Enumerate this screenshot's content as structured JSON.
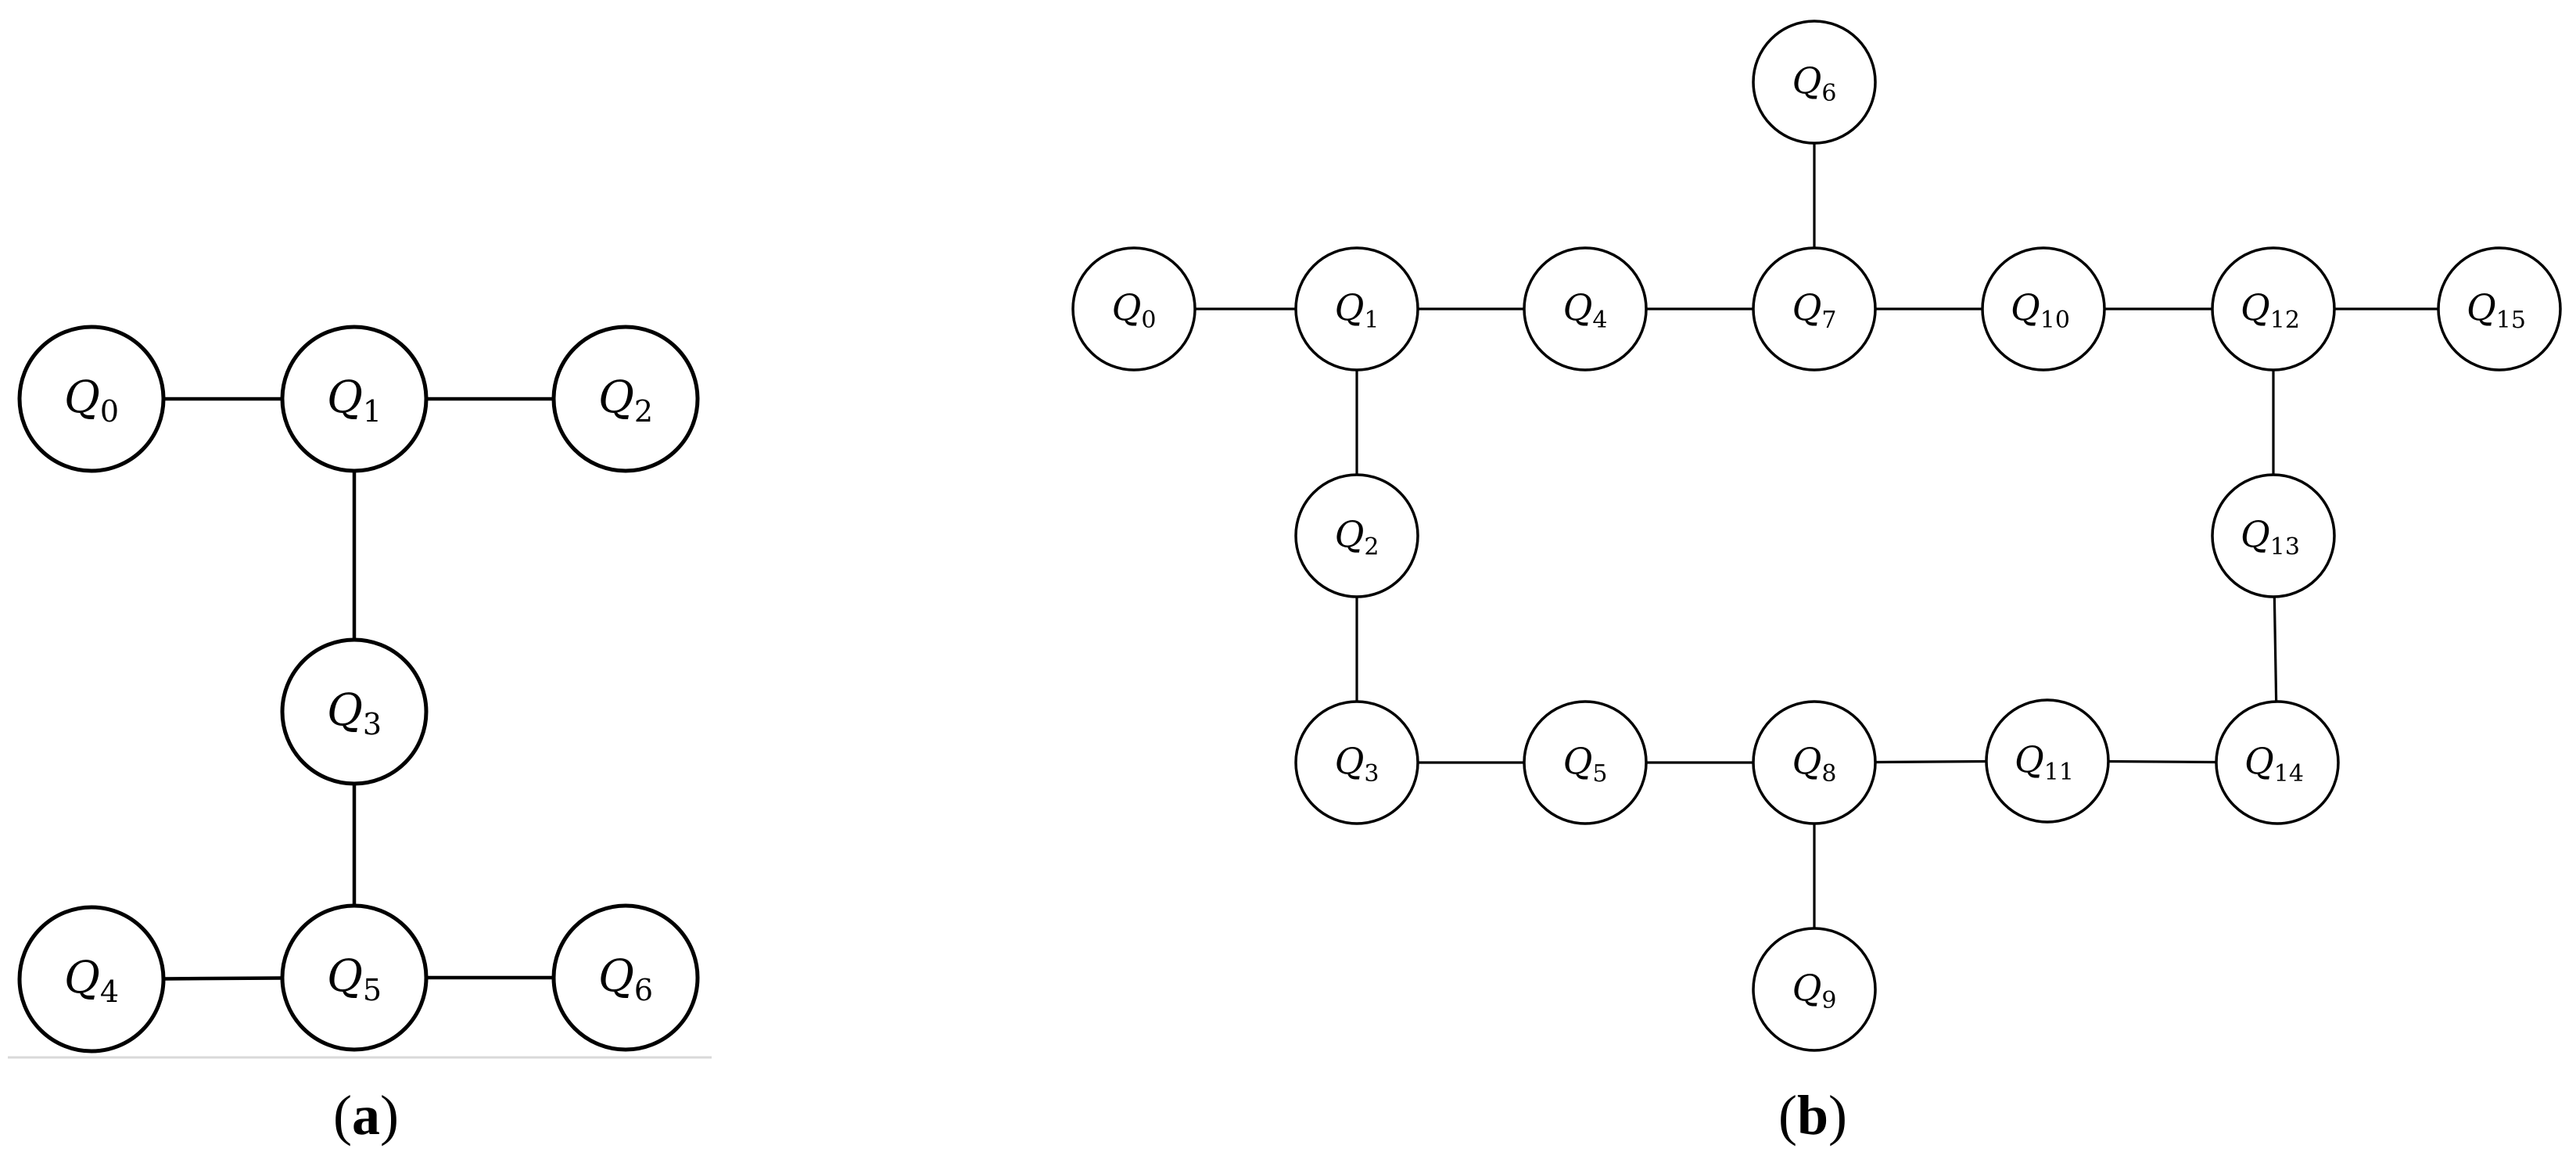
{
  "panels": [
    {
      "id": "a",
      "caption_letter": "a",
      "nodes": [
        {
          "id": "Q0",
          "letter": "Q",
          "sub": "0"
        },
        {
          "id": "Q1",
          "letter": "Q",
          "sub": "1"
        },
        {
          "id": "Q2",
          "letter": "Q",
          "sub": "2"
        },
        {
          "id": "Q3",
          "letter": "Q",
          "sub": "3"
        },
        {
          "id": "Q4",
          "letter": "Q",
          "sub": "4"
        },
        {
          "id": "Q5",
          "letter": "Q",
          "sub": "5"
        },
        {
          "id": "Q6",
          "letter": "Q",
          "sub": "6"
        }
      ],
      "edges": [
        [
          "Q0",
          "Q1"
        ],
        [
          "Q1",
          "Q2"
        ],
        [
          "Q1",
          "Q3"
        ],
        [
          "Q3",
          "Q5"
        ],
        [
          "Q4",
          "Q5"
        ],
        [
          "Q5",
          "Q6"
        ]
      ]
    },
    {
      "id": "b",
      "caption_letter": "b",
      "nodes": [
        {
          "id": "Q0",
          "letter": "Q",
          "sub": "0"
        },
        {
          "id": "Q1",
          "letter": "Q",
          "sub": "1"
        },
        {
          "id": "Q2",
          "letter": "Q",
          "sub": "2"
        },
        {
          "id": "Q3",
          "letter": "Q",
          "sub": "3"
        },
        {
          "id": "Q4",
          "letter": "Q",
          "sub": "4"
        },
        {
          "id": "Q5",
          "letter": "Q",
          "sub": "5"
        },
        {
          "id": "Q6",
          "letter": "Q",
          "sub": "6"
        },
        {
          "id": "Q7",
          "letter": "Q",
          "sub": "7"
        },
        {
          "id": "Q8",
          "letter": "Q",
          "sub": "8"
        },
        {
          "id": "Q9",
          "letter": "Q",
          "sub": "9"
        },
        {
          "id": "Q10",
          "letter": "Q",
          "sub": "10"
        },
        {
          "id": "Q11",
          "letter": "Q",
          "sub": "11"
        },
        {
          "id": "Q12",
          "letter": "Q",
          "sub": "12"
        },
        {
          "id": "Q13",
          "letter": "Q",
          "sub": "13"
        },
        {
          "id": "Q14",
          "letter": "Q",
          "sub": "14"
        },
        {
          "id": "Q15",
          "letter": "Q",
          "sub": "15"
        }
      ],
      "edges": [
        [
          "Q0",
          "Q1"
        ],
        [
          "Q1",
          "Q4"
        ],
        [
          "Q4",
          "Q7"
        ],
        [
          "Q7",
          "Q10"
        ],
        [
          "Q10",
          "Q12"
        ],
        [
          "Q12",
          "Q15"
        ],
        [
          "Q6",
          "Q7"
        ],
        [
          "Q1",
          "Q2"
        ],
        [
          "Q2",
          "Q3"
        ],
        [
          "Q3",
          "Q5"
        ],
        [
          "Q5",
          "Q8"
        ],
        [
          "Q8",
          "Q11"
        ],
        [
          "Q11",
          "Q14"
        ],
        [
          "Q12",
          "Q13"
        ],
        [
          "Q13",
          "Q14"
        ],
        [
          "Q8",
          "Q9"
        ]
      ]
    }
  ]
}
